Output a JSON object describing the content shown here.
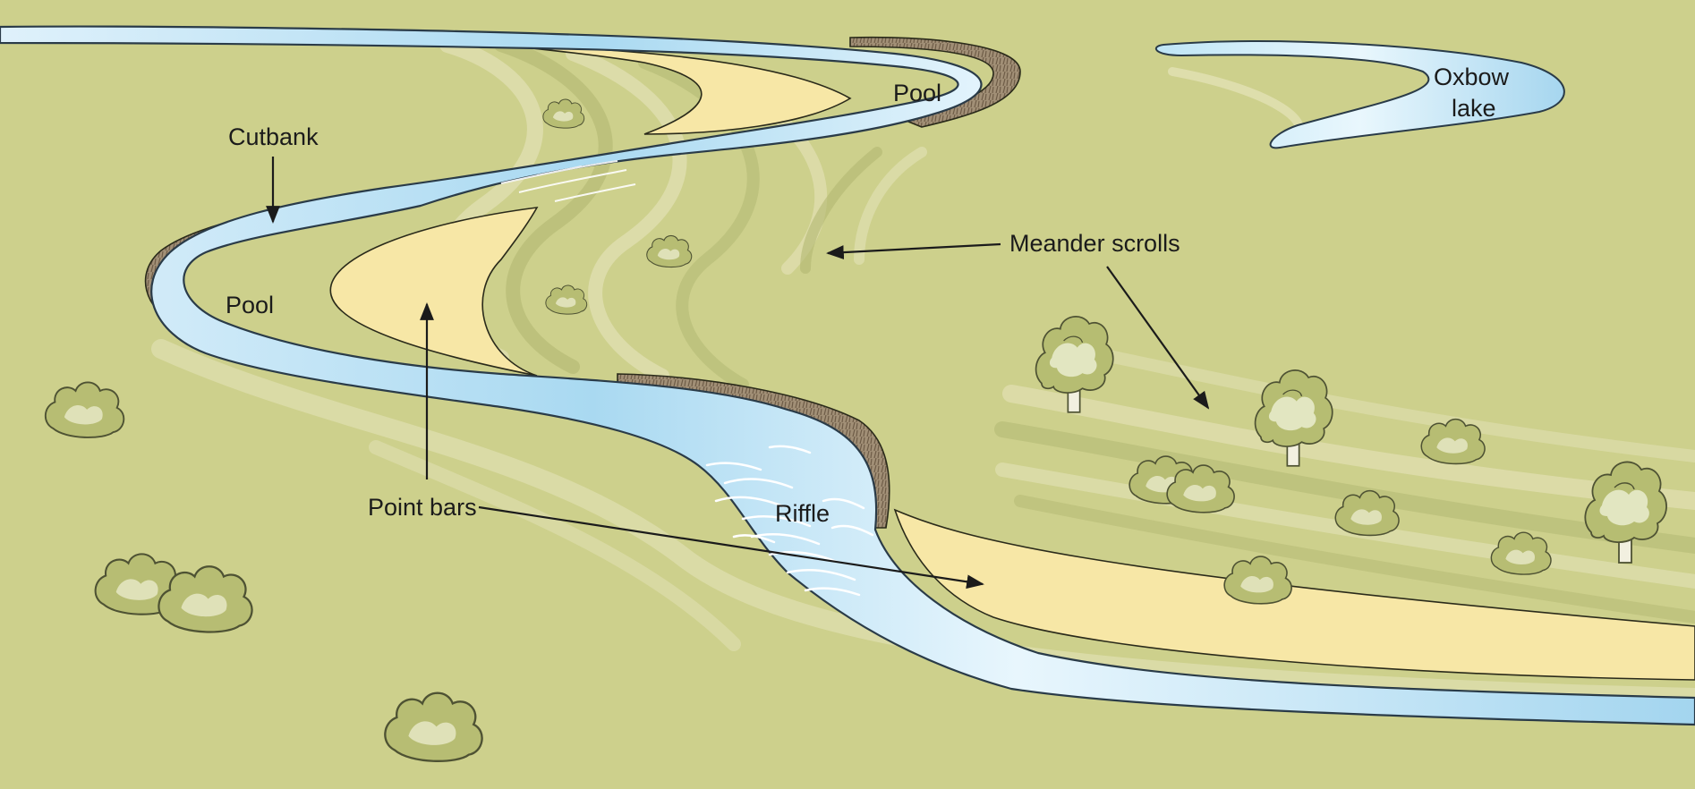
{
  "labels": {
    "pool_upper": "Pool",
    "pool_left": "Pool",
    "cutbank": "Cutbank",
    "meander_scrolls": "Meander scrolls",
    "point_bars": "Point bars",
    "riffle": "Riffle",
    "oxbow_line1": "Oxbow",
    "oxbow_line2": "lake"
  },
  "colors": {
    "floodplain": "#cdd08c",
    "scroll_light": "#e2e1b4",
    "scroll_dark": "#b4b874",
    "water_light": "#e4f4fc",
    "water": "#a8d8f0",
    "point_bar": "#f8e8a8",
    "cutbank": "#9c8a72",
    "foliage": "#b6bd72",
    "trunk": "#f2f0e0"
  },
  "icons": [
    "bush-icon",
    "tree-icon",
    "water-ripple-icon"
  ]
}
